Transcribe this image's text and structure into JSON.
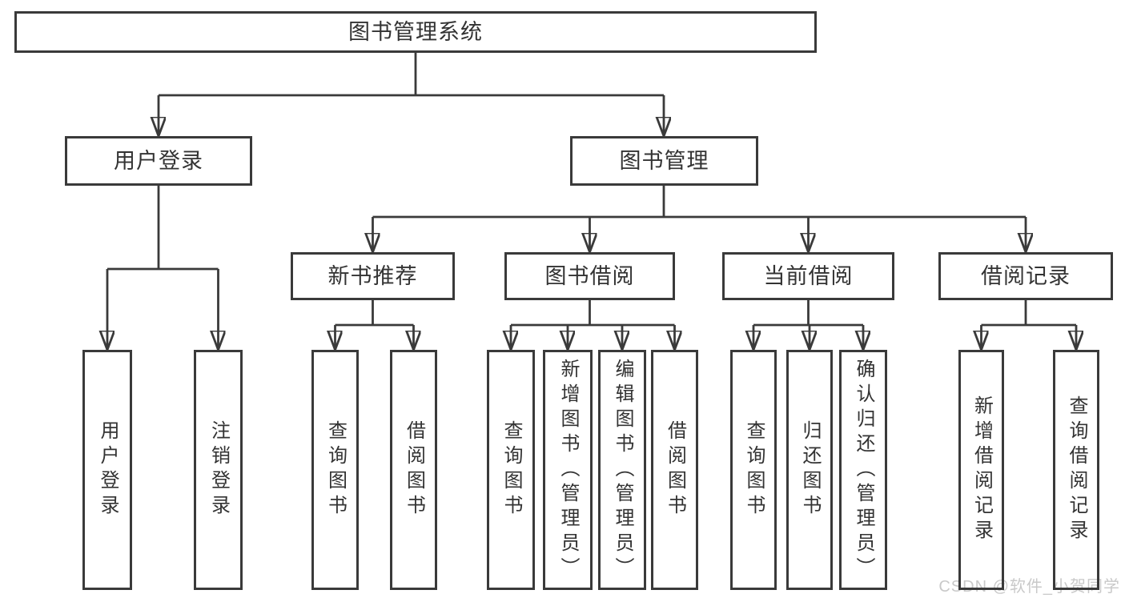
{
  "colors": {
    "line": "#3a3a3a",
    "text": "#333333",
    "background": "#ffffff",
    "watermark": "#c9c9c9"
  },
  "watermark": "CSDN @软件_小贺同学",
  "tree": {
    "label": "图书管理系统",
    "children": [
      {
        "label": "用户登录",
        "children": [
          {
            "label": "用户登录"
          },
          {
            "label": "注销登录"
          }
        ]
      },
      {
        "label": "图书管理",
        "children": [
          {
            "label": "新书推荐",
            "children": [
              {
                "label": "查询图书"
              },
              {
                "label": "借阅图书"
              }
            ]
          },
          {
            "label": "图书借阅",
            "children": [
              {
                "label": "查询图书"
              },
              {
                "label": "新增图书（管理员）"
              },
              {
                "label": "编辑图书（管理员）"
              },
              {
                "label": "借阅图书"
              }
            ]
          },
          {
            "label": "当前借阅",
            "children": [
              {
                "label": "查询图书"
              },
              {
                "label": "归还图书"
              },
              {
                "label": "确认归还（管理员）"
              }
            ]
          },
          {
            "label": "借阅记录",
            "children": [
              {
                "label": "新增借阅记录"
              },
              {
                "label": "查询借阅记录"
              }
            ]
          }
        ]
      }
    ]
  }
}
